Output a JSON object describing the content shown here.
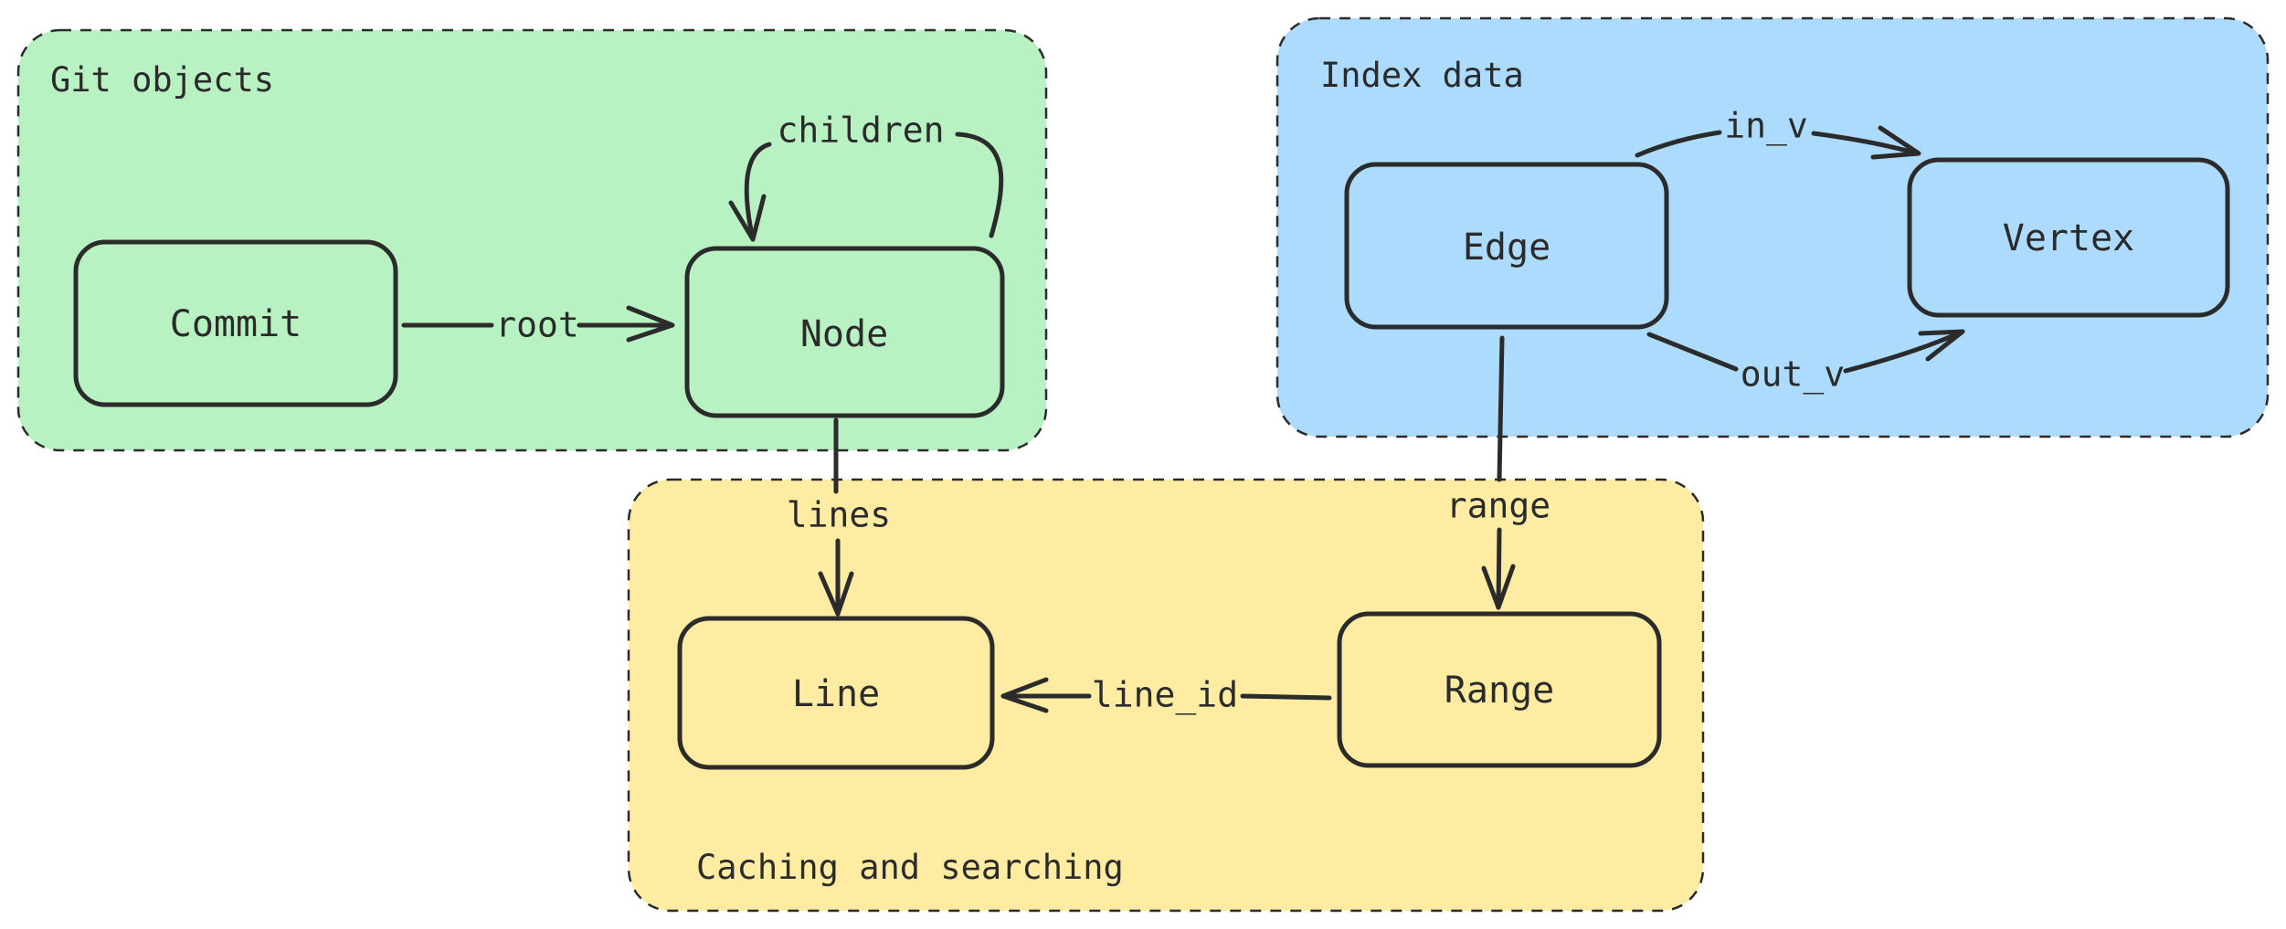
{
  "groups": {
    "git": {
      "label": "Git objects",
      "color": "#b8f2c2"
    },
    "index": {
      "label": "Index data",
      "color": "#addbfe"
    },
    "cache": {
      "label": "Caching and searching",
      "color": "#feeca2"
    }
  },
  "nodes": {
    "commit": "Commit",
    "node": "Node",
    "edge": "Edge",
    "vertex": "Vertex",
    "line": "Line",
    "range": "Range"
  },
  "edges": {
    "root": "root",
    "children": "children",
    "in_v": "in_v",
    "out_v": "out_v",
    "lines": "lines",
    "range": "range",
    "line_id": "line_id"
  },
  "colors": {
    "stroke": "#2b2b2b"
  }
}
